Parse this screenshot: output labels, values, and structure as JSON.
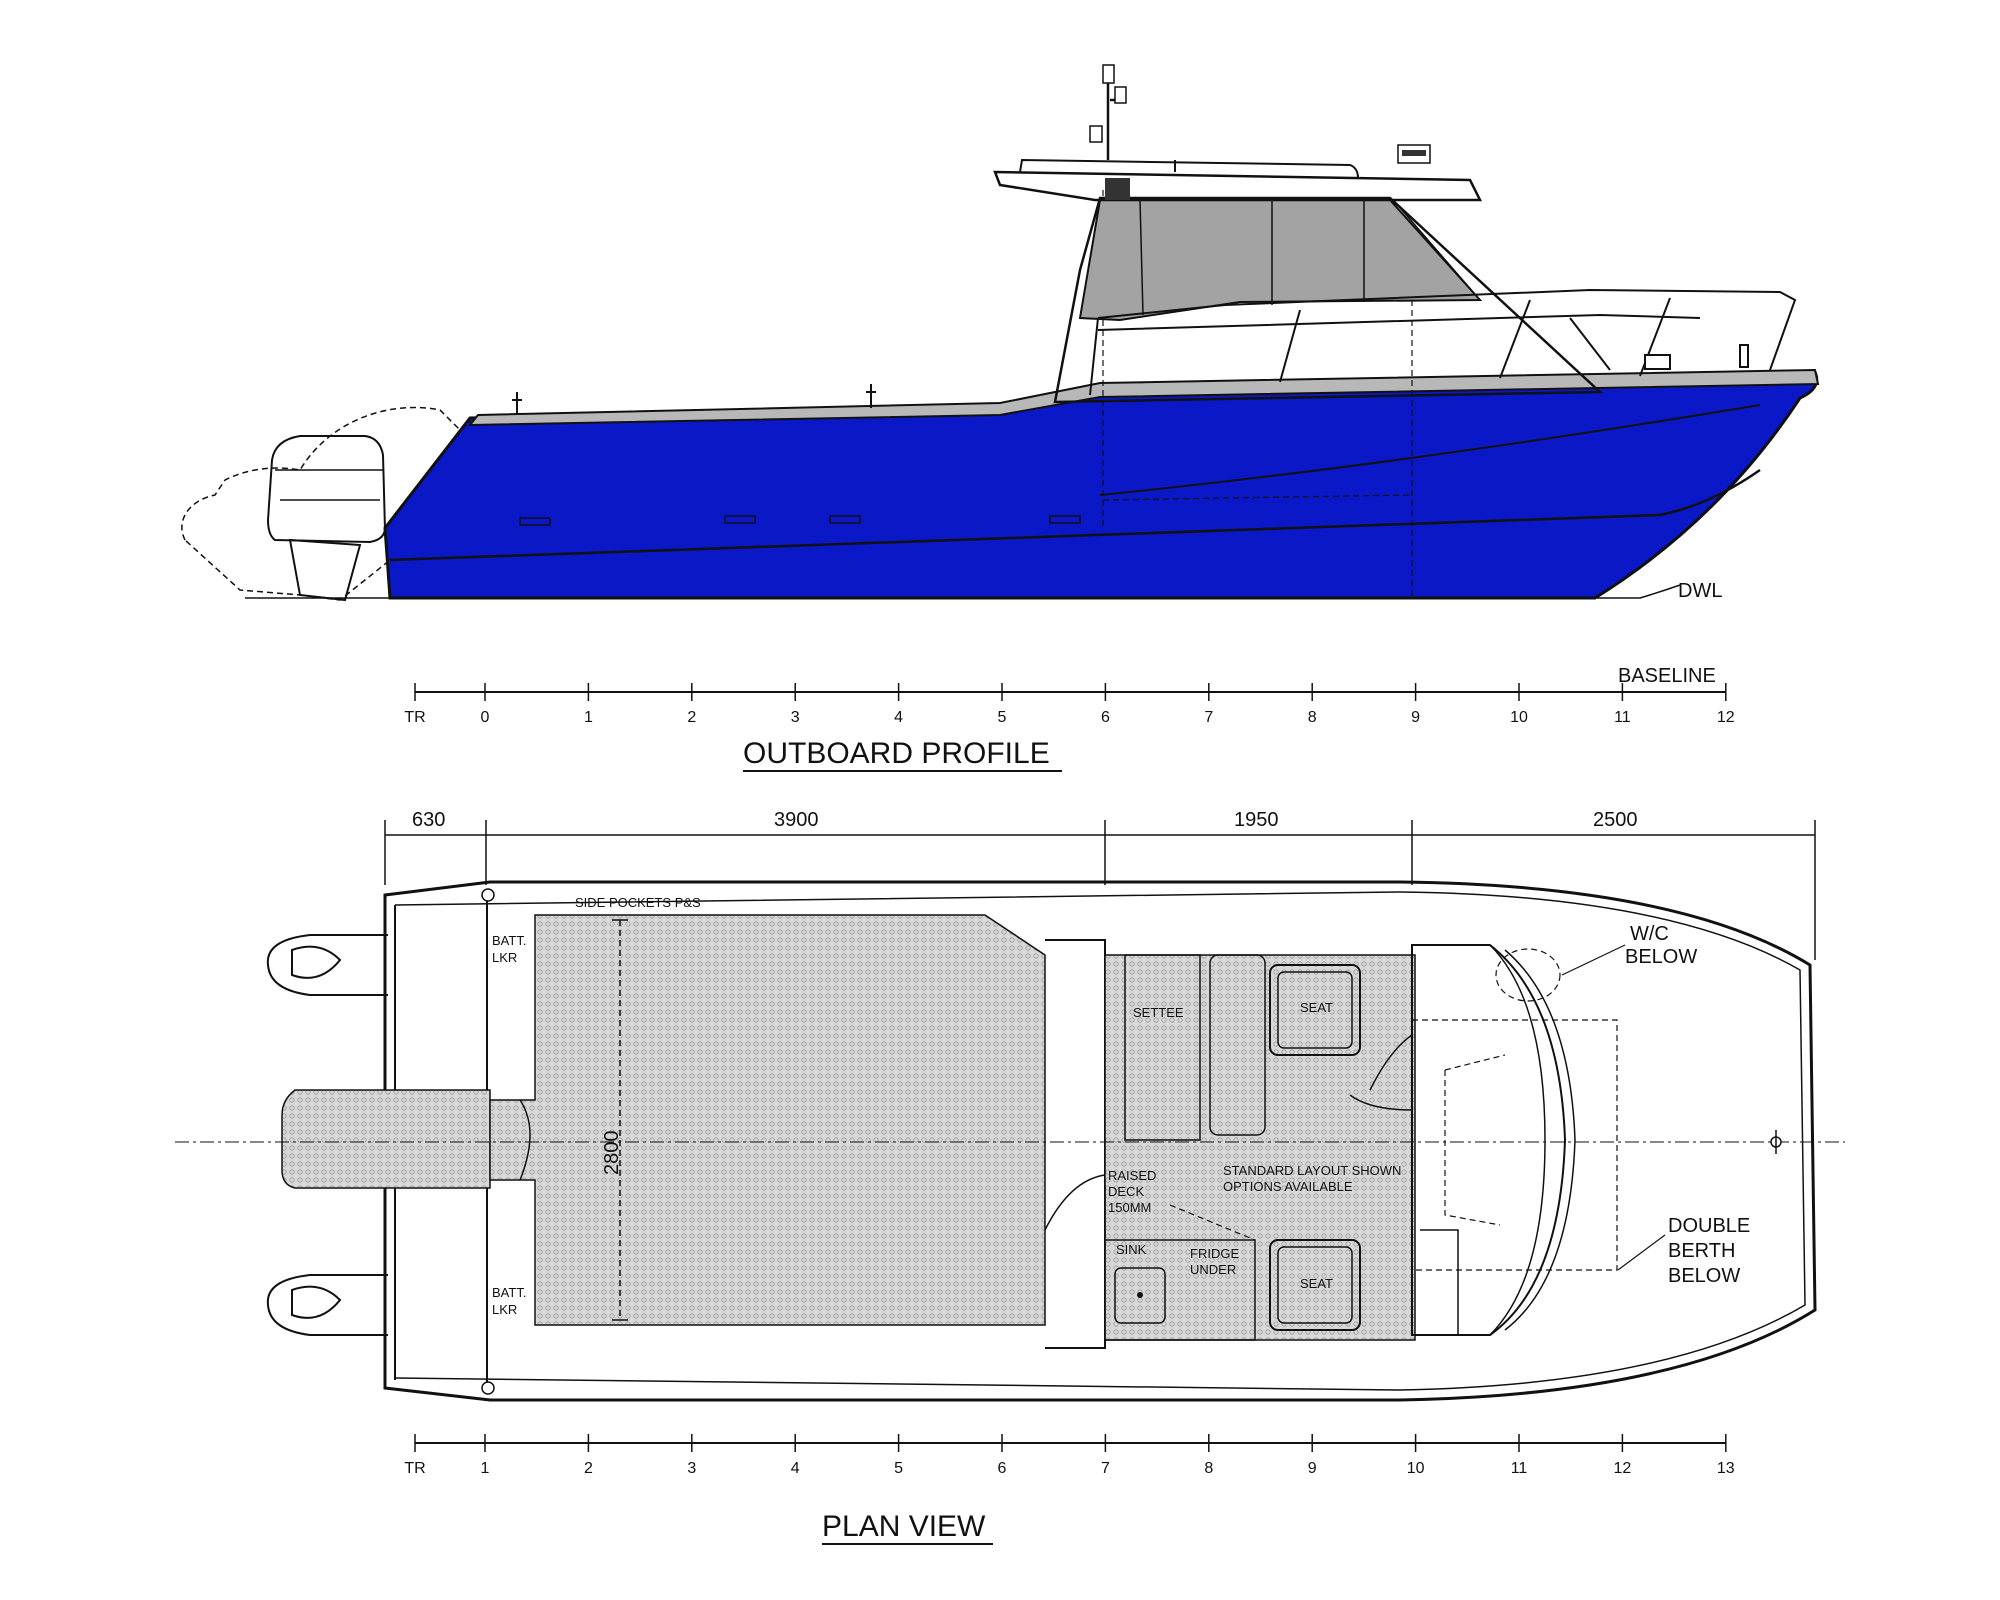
{
  "colors": {
    "hull": "#0a18c8",
    "glass": "#a3a3a3",
    "line": "#111111",
    "deck": "#d6d6d6"
  },
  "profile": {
    "title": "OUTBOARD PROFILE",
    "dwl_label": "DWL",
    "baseline_label": "BASELINE",
    "stations": [
      "TR",
      "0",
      "1",
      "2",
      "3",
      "4",
      "5",
      "6",
      "7",
      "8",
      "9",
      "10",
      "11",
      "12"
    ]
  },
  "plan": {
    "title": "PLAN VIEW",
    "dimensions": [
      "630",
      "3900",
      "1950",
      "2500"
    ],
    "beam_dimension": "2800",
    "stations": [
      "TR",
      "1",
      "2",
      "3",
      "4",
      "5",
      "6",
      "7",
      "8",
      "9",
      "10",
      "11",
      "12",
      "13"
    ],
    "labels": {
      "side_pockets": "SIDE POCKETS P&S",
      "batt_lkr_top": [
        "BATT.",
        "LKR"
      ],
      "batt_lkr_bottom": [
        "BATT.",
        "LKR"
      ],
      "settee": "SETTEE",
      "seat_top": "SEAT",
      "seat_bottom": "SEAT",
      "raised_deck": [
        "RAISED",
        "DECK",
        "150MM"
      ],
      "standard_layout": [
        "STANDARD LAYOUT SHOWN",
        "OPTIONS AVAILABLE"
      ],
      "sink": "SINK",
      "fridge": [
        "FRIDGE",
        "UNDER"
      ],
      "wc": [
        "W/C",
        "BELOW"
      ],
      "double_berth": [
        "DOUBLE",
        "BERTH",
        "BELOW"
      ]
    }
  }
}
